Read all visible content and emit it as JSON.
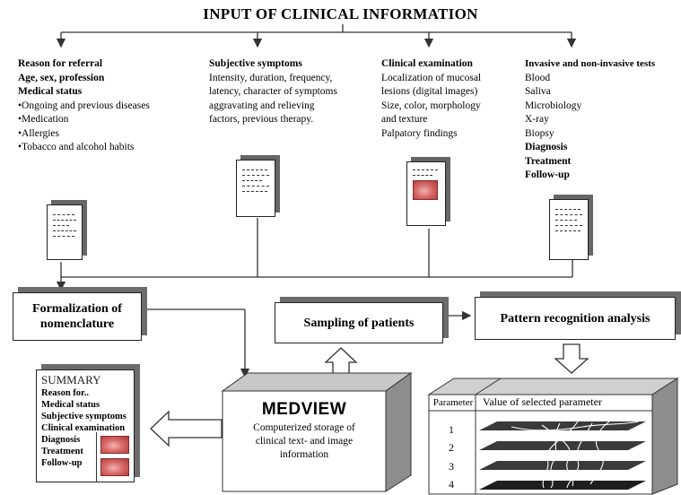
{
  "title": "INPUT OF CLINICAL INFORMATION",
  "columns": {
    "referral": {
      "heading": "Reason for referral",
      "line2": "Age,  sex,  profession",
      "subheading": "Medical status",
      "items": [
        "•Ongoing and previous diseases",
        "•Medication",
        "•Allergies",
        "•Tobacco and alcohol habits"
      ]
    },
    "symptoms": {
      "heading": "Subjective symptoms",
      "lines": [
        "Intensity, duration, frequency,",
        "latency, character of symptoms",
        "aggravating and relieving",
        "factors, previous therapy."
      ]
    },
    "examination": {
      "heading": "Clinical examination",
      "lines": [
        "Localization of mucosal",
        "lesions (digital images)",
        "Size, color, morphology",
        "and texture",
        "Palpatory findings"
      ]
    },
    "tests": {
      "heading": "Invasive and non-invasive tests",
      "lines": [
        "Blood",
        "Saliva",
        "Microbiology",
        "X-ray",
        "Biopsy"
      ],
      "bold_lines": [
        "Diagnosis",
        "Treatment",
        "Follow-up"
      ]
    }
  },
  "boxes": {
    "formalization": "Formalization of nomenclature",
    "sampling": "Sampling of patients",
    "pattern": "Pattern recognition analysis"
  },
  "summary": {
    "title": "SUMMARY",
    "lines": [
      "Reason for..",
      "Medical status",
      "Subjective symptoms",
      "Clinical examination"
    ],
    "lines_with_images": [
      "Diagnosis",
      "Treatment",
      "Follow-up"
    ]
  },
  "medview": {
    "name": "MEDVIEW",
    "description_lines": [
      "Computerized  storage of",
      "clinical text- and image",
      "information"
    ]
  },
  "analysis_table": {
    "header_col1": "Parameter",
    "header_col2": "Value of selected parameter",
    "rows": [
      "1",
      "2",
      "3",
      "4"
    ]
  }
}
